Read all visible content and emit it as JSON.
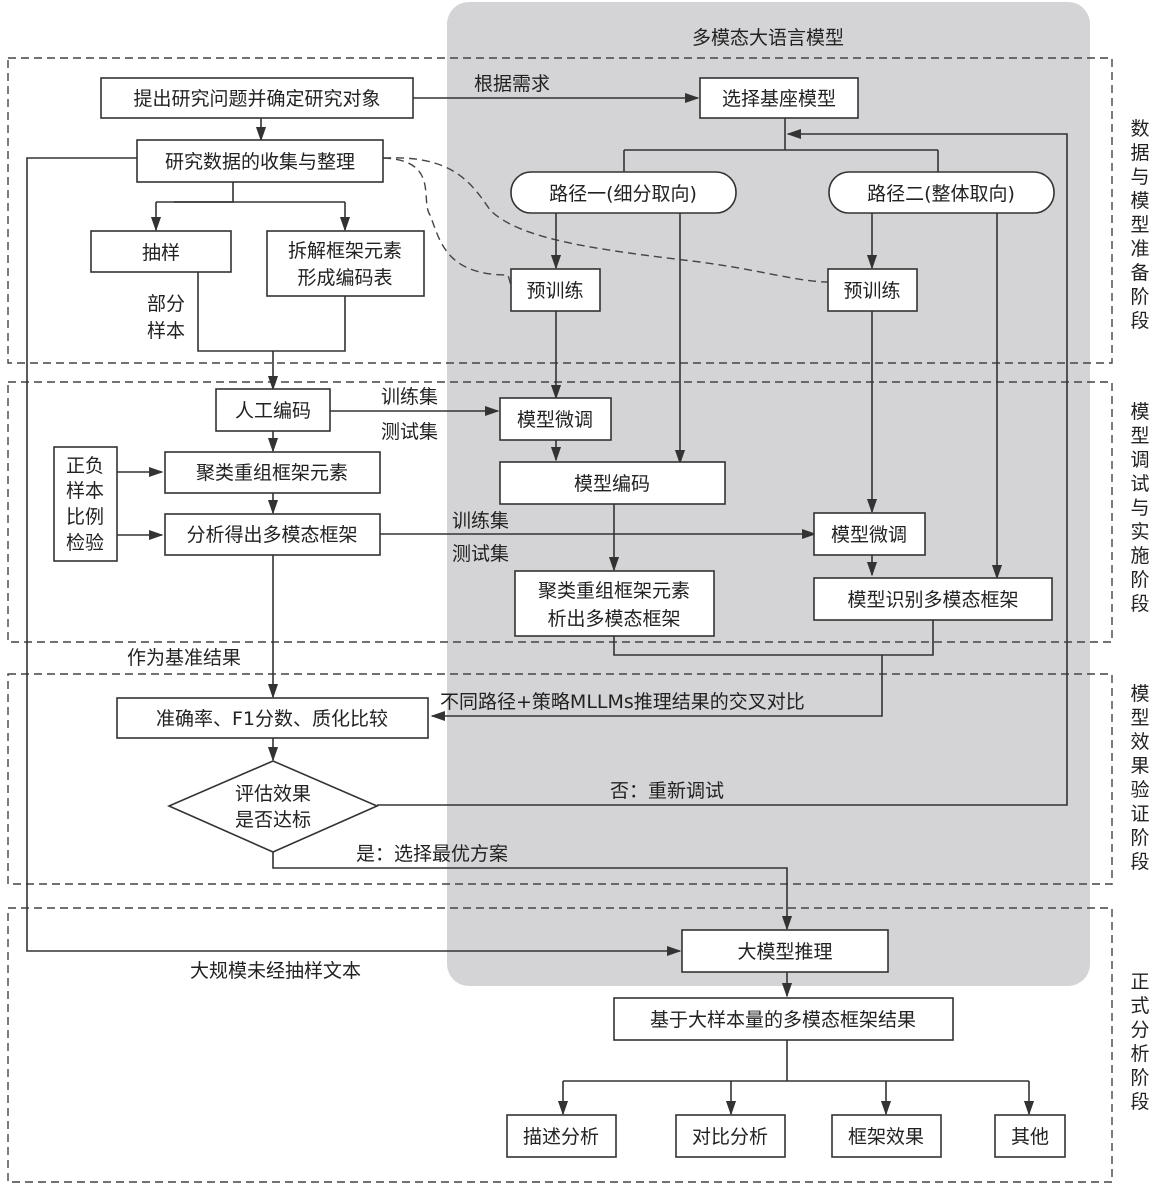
{
  "diagram": {
    "mllm_region_title": "多模态大语言模型",
    "stages": [
      {
        "id": "stage1",
        "label": "数据与模型准备阶段"
      },
      {
        "id": "stage2",
        "label": "模型调试与实施阶段"
      },
      {
        "id": "stage3",
        "label": "模型效果验证阶段"
      },
      {
        "id": "stage4",
        "label": "正式分析阶段"
      }
    ],
    "nodes": {
      "propose": "提出研究问题并确定研究对象",
      "collect": "研究数据的收集与整理",
      "sample": "抽样",
      "decompose_l1": "拆解框架元素",
      "decompose_l2": "形成编码表",
      "manual_code": "人工编码",
      "pn_check": [
        "正负",
        "样本",
        "比例",
        "检验"
      ],
      "cluster": "聚类重组框架元素",
      "analyze": "分析得出多模态框架",
      "select_base": "选择基座模型",
      "path1": "路径一(细分取向)",
      "path2": "路径二(整体取向)",
      "pretrain1": "预训练",
      "pretrain2": "预训练",
      "finetune1": "模型微调",
      "model_code": "模型编码",
      "finetune2": "模型微调",
      "model_cluster_l1": "聚类重组框架元素",
      "model_cluster_l2": "析出多模态框架",
      "model_identify": "模型识别多模态框架",
      "metrics": "准确率、F1分数、质化比较",
      "decision_l1": "评估效果",
      "decision_l2": "是否达标",
      "inference": "大模型推理",
      "result": "基于大样本量的多模态框架结果",
      "out_descriptive": "描述分析",
      "out_comparative": "对比分析",
      "out_effect": "框架效果",
      "out_other": "其他"
    },
    "edge_labels": {
      "by_demand": "根据需求",
      "partial_sample_l1": "部分",
      "partial_sample_l2": "样本",
      "train_set_1": "训练集",
      "test_set_1": "测试集",
      "train_set_2": "训练集",
      "test_set_2": "测试集",
      "as_baseline": "作为基准结果",
      "cross_compare": "不同路径+策略MLLMs推理结果的交叉对比",
      "no_retune": "否：重新调试",
      "yes_select": "是：选择最优方案",
      "large_unsampled": "大规模未经抽样文本"
    }
  }
}
